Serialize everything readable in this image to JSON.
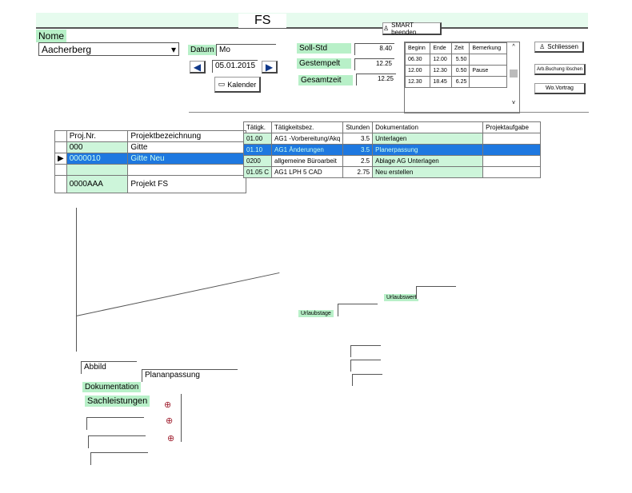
{
  "title": "FS",
  "smart_button": "SMART beenden",
  "name": {
    "label": "Nome",
    "value": "Aacherberg"
  },
  "datum": {
    "label": "Datum",
    "day": "Mo",
    "date": "05.01.2015",
    "calendar_button": "Kalender"
  },
  "hours": [
    {
      "label": "Soll-Std",
      "value": "8.40"
    },
    {
      "label": "Gestempelt",
      "value": "12.25"
    },
    {
      "label": "Gesamtzeit",
      "value": "12.25"
    }
  ],
  "time_table": {
    "headers": [
      "Beginn",
      "Ende",
      "Zeit",
      "Bemerkung"
    ],
    "rows": [
      [
        "06.30",
        "12.00",
        "5.50",
        ""
      ],
      [
        "12.00",
        "12.30",
        "0.50",
        "Pause"
      ],
      [
        "12.30",
        "18.45",
        "6.25",
        ""
      ]
    ]
  },
  "buttons": {
    "close": "Schliessen",
    "delete": "Arb.Buchung löschen",
    "vortrag": "Wo.Vortrag"
  },
  "projects": {
    "headers": [
      "Proj.Nr.",
      "Projektbezeichnung"
    ],
    "rows": [
      [
        "000",
        "Gitte"
      ],
      [
        "0000010",
        "Gitte Neu"
      ],
      [
        "",
        ""
      ],
      [
        "0000AAA",
        "Projekt FS"
      ]
    ]
  },
  "activities": {
    "headers": [
      "Tätigk.",
      "Tätigkeitsbez.",
      "Stunden",
      "Dokumentation",
      "Projektaufgabe"
    ],
    "rows": [
      [
        "01.00",
        "AG1 -Vorbereitung/Akq",
        "3.5",
        "Unterlagen",
        ""
      ],
      [
        "01.10",
        "AG1 Änderungen",
        "3.5",
        "Planerpassung",
        ""
      ],
      [
        "0200",
        "allgemeine Büroarbeit",
        "2.5",
        "Ablage AG Unterlagen",
        ""
      ],
      [
        "01.05 C",
        "AG1 LPH 5 CAD",
        "2.75",
        "Neu erstellen",
        ""
      ]
    ]
  },
  "urlaubstage_label": "Urlaubstage",
  "urlaubswert_label": "Urlaubswert",
  "abbild": "Abbild",
  "dokumentation": {
    "label": "Dokumentation",
    "value": "Plananpassung"
  },
  "sachleistungen_label": "Sachleistungen"
}
